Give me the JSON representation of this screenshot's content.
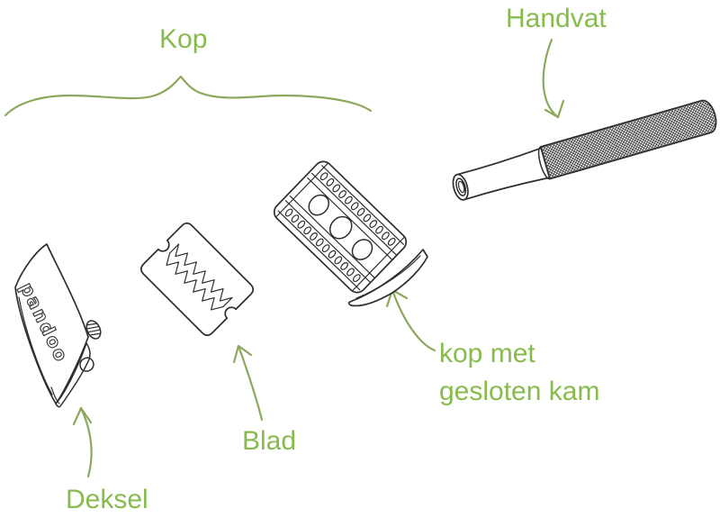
{
  "diagram": {
    "subject": "safety-razor exploded view",
    "labels": {
      "kop": "Kop",
      "handvat": "Handvat",
      "deksel": "Deksel",
      "blad": "Blad",
      "head_caption_line1": "kop met",
      "head_caption_line2": "gesloten kam"
    },
    "brand_text": "pandoo",
    "colors": {
      "label_green": "#87BB4D",
      "annotation_green": "#8CA85C",
      "line_ink": "#2E2E2E",
      "background": "#FFFFFF"
    },
    "parts": [
      {
        "id": "cap",
        "caption": "Deksel"
      },
      {
        "id": "blade",
        "caption": "Blad"
      },
      {
        "id": "head-closed-comb",
        "caption": "kop met gesloten kam"
      },
      {
        "id": "handle",
        "caption": "Handvat"
      },
      {
        "id": "head-assembly",
        "caption": "Kop"
      }
    ]
  }
}
